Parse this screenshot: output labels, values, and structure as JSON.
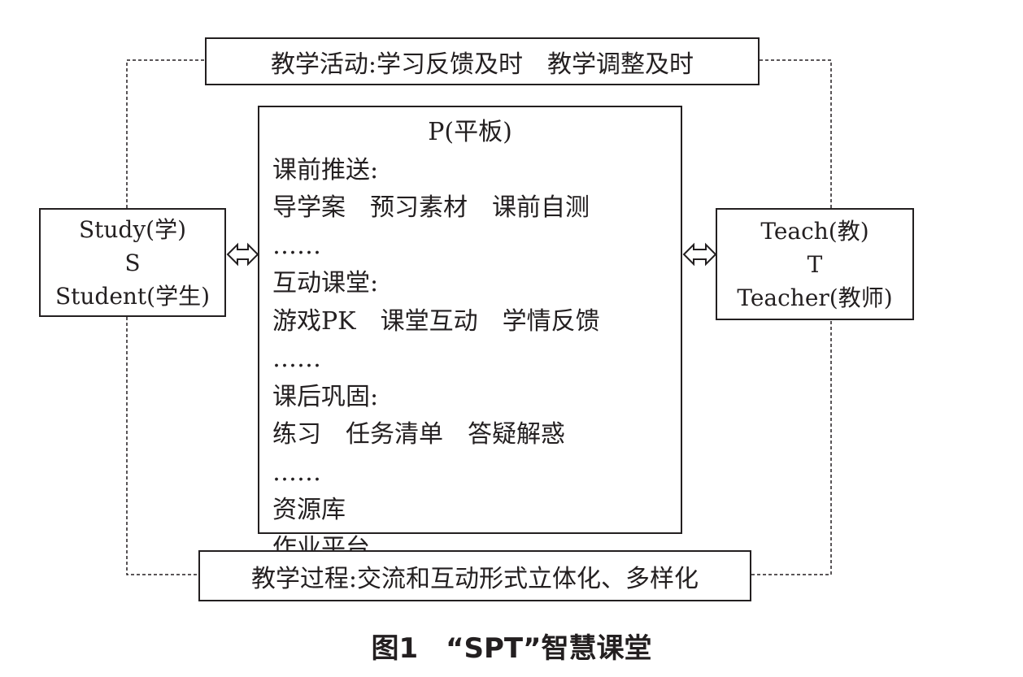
{
  "top_banner": "教学活动:学习反馈及时　教学调整及时",
  "bottom_banner": "教学过程:交流和互动形式立体化、多样化",
  "left_box": {
    "line1": "Study(学)",
    "line2": "S",
    "line3": "Student(学生)"
  },
  "right_box": {
    "line1": "Teach(教)",
    "line2": "T",
    "line3": "Teacher(教师)"
  },
  "center_box": {
    "title": "P(平板)",
    "lines": [
      "课前推送:",
      "导学案　预习素材　课前自测",
      "……",
      "互动课堂:",
      "游戏PK　课堂互动　学情反馈",
      "……",
      "课后巩固:",
      "练习　任务清单　答疑解惑",
      "……",
      "资源库",
      "作业平台"
    ]
  },
  "caption": "图1　“SPT”智慧课堂"
}
